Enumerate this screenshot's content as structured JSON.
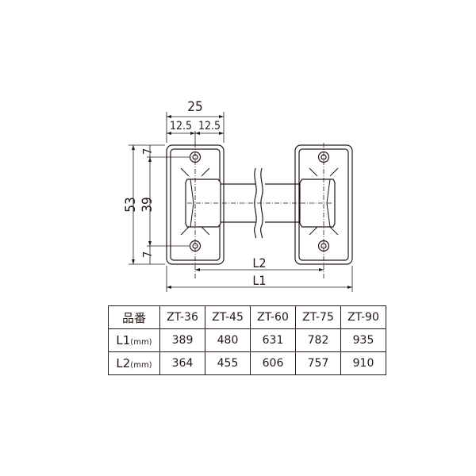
{
  "drawing": {
    "dim_total_width": "25",
    "dim_half_left": "12.5",
    "dim_half_right": "12.5",
    "dim_height_outer": "53",
    "dim_height_inner": "39",
    "dim_top_offset": "7",
    "dim_bottom_offset": "7",
    "label_l2": "L2",
    "label_l1": "L1",
    "line_color": "#231815"
  },
  "table": {
    "header_label": "品番",
    "models": [
      "ZT-36",
      "ZT-45",
      "ZT-60",
      "ZT-75",
      "ZT-90"
    ],
    "rows": [
      {
        "label_main": "L1",
        "label_unit": "(mm)",
        "values": [
          "389",
          "480",
          "631",
          "782",
          "935"
        ]
      },
      {
        "label_main": "L2",
        "label_unit": "(mm)",
        "values": [
          "364",
          "455",
          "606",
          "757",
          "910"
        ]
      }
    ]
  }
}
